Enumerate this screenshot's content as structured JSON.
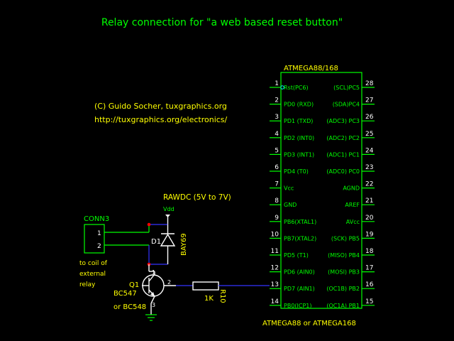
{
  "title": "Relay connection for \"a web based reset button\"",
  "credit": {
    "line1": "(C) Guido Socher, tuxgraphics.org",
    "line2": "http://tuxgraphics.org/electronics/"
  },
  "chip": {
    "top_label": "ATMEGA88/168",
    "bottom_label": "ATMEGA88 or ATMEGA168",
    "left_pins": [
      {
        "num": "1",
        "name": "Rst(PC6)"
      },
      {
        "num": "2",
        "name": "PD0 (RXD)"
      },
      {
        "num": "3",
        "name": "PD1 (TXD)"
      },
      {
        "num": "4",
        "name": "PD2 (INT0)"
      },
      {
        "num": "5",
        "name": "PD3 (INT1)"
      },
      {
        "num": "6",
        "name": "PD4 (T0)"
      },
      {
        "num": "7",
        "name": "Vcc"
      },
      {
        "num": "8",
        "name": "GND"
      },
      {
        "num": "9",
        "name": "PB6(XTAL1)"
      },
      {
        "num": "10",
        "name": "PB7(XTAL2)"
      },
      {
        "num": "11",
        "name": "PD5 (T1)"
      },
      {
        "num": "12",
        "name": "PD6 (AIN0)"
      },
      {
        "num": "13",
        "name": "PD7 (AIN1)"
      },
      {
        "num": "14",
        "name": "PB0(ICP1)"
      }
    ],
    "right_pins": [
      {
        "num": "28",
        "name": "(SCL)PC5"
      },
      {
        "num": "27",
        "name": "(SDA)PC4"
      },
      {
        "num": "26",
        "name": "(ADC3) PC3"
      },
      {
        "num": "25",
        "name": "(ADC2) PC2"
      },
      {
        "num": "24",
        "name": "(ADC1) PC1"
      },
      {
        "num": "23",
        "name": "(ADC0) PC0"
      },
      {
        "num": "22",
        "name": "AGND"
      },
      {
        "num": "21",
        "name": "AREF"
      },
      {
        "num": "20",
        "name": "AVcc"
      },
      {
        "num": "19",
        "name": "(SCK) PB5"
      },
      {
        "num": "18",
        "name": "(MISO) PB4"
      },
      {
        "num": "17",
        "name": "(MOSI) PB3"
      },
      {
        "num": "16",
        "name": "(OC1B) PB2"
      },
      {
        "num": "15",
        "name": "(OC1A) PB1"
      }
    ]
  },
  "supply": {
    "label": "RAWDC (5V to 7V)",
    "vdd": "Vdd"
  },
  "connector": {
    "name": "CONN3",
    "pin1": "1",
    "pin2": "2",
    "note": [
      "to coil of",
      "external",
      "relay"
    ]
  },
  "diode": {
    "ref": "D1",
    "part": "BAY69"
  },
  "transistor": {
    "ref": "Q1",
    "part1": "BC547",
    "part2": "or BC548",
    "pin_c": "1",
    "pin_b": "2",
    "pin_e": "3"
  },
  "resistor": {
    "ref": "R10",
    "value": "1K"
  },
  "colors": {
    "background": "#000000",
    "text": "#00ff00",
    "highlight": "#ffff00",
    "wire": "#3333ff",
    "junction": "#ff0000"
  }
}
